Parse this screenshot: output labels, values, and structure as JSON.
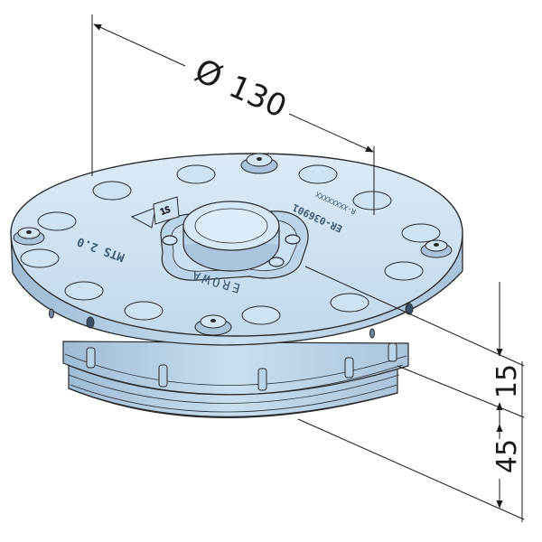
{
  "dimensions": {
    "diameter_symbol": "Ø",
    "diameter_value": "130",
    "height_upper": "15",
    "height_lower": "45"
  },
  "part_markings": {
    "brand": "EROWA",
    "product": "MTS 2.0",
    "part_number": "ER-036901",
    "serial": "R-XXXXXXXX",
    "badge": "1S"
  },
  "colors": {
    "body": "#c3dbee",
    "body_light": "#d9eaf7",
    "body_dark": "#9fbcd6",
    "outline": "#2a2a2a",
    "dimension_line": "#1a1a1a"
  }
}
